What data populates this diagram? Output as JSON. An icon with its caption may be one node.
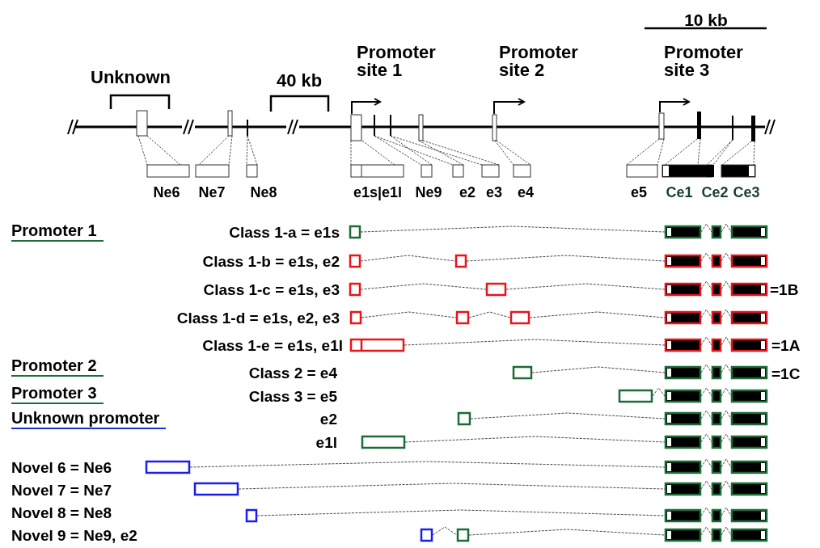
{
  "diagram": {
    "labels": [
      "10 kb",
      "Promoter site 1",
      "Promoter site 2",
      "Promoter site 3",
      "Unknown",
      "40 kb",
      "Ne6",
      "Ne7",
      "Ne8",
      "e1s|e1l",
      "Ne9",
      "e2",
      "e3",
      "e4",
      "e5",
      "Ce1",
      "Ce2",
      "Ce3",
      "Promoter 1",
      "Class 1-a = e1s",
      "Class 1-b = e1s, e2",
      "Class 1-c = e1s, e3",
      "=1B",
      "Class 1-d = e1s, e2, e3",
      "Class 1-e = e1s, e1l",
      "=1A",
      "Promoter 2",
      "Class 2 = e4",
      "=1C",
      "Promoter 3",
      "Class 3 = e5",
      "Unknown promoter",
      "e2",
      "e1l",
      "Novel 6 = Ne6",
      "Novel 7 = Ne7",
      "Novel 8 = Ne8",
      "Novel 9 = Ne9, e2"
    ]
  }
}
